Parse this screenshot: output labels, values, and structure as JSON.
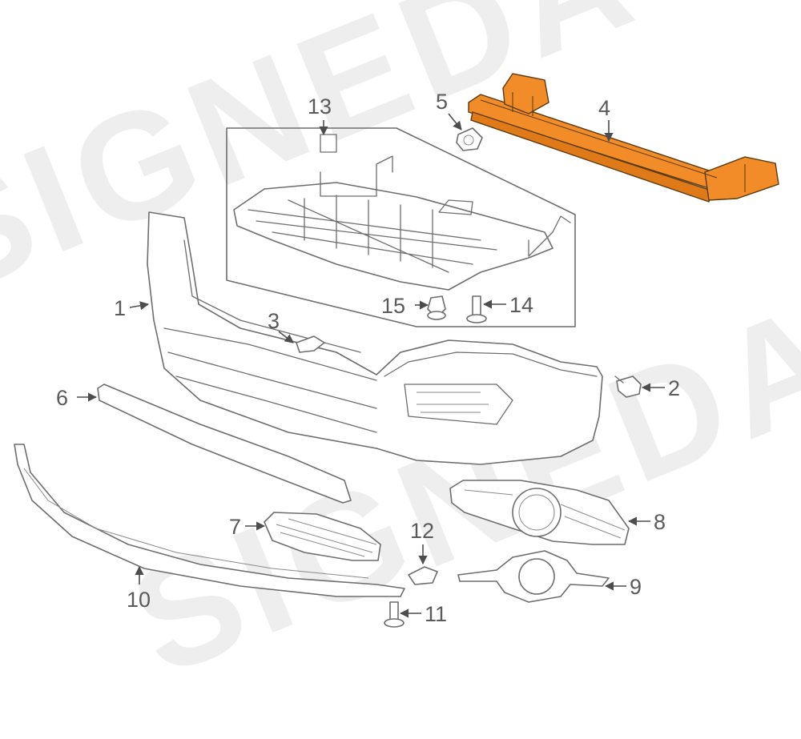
{
  "watermark": "SIGNEDA",
  "highlight_color": "#f28c28",
  "callouts": {
    "c1": "1",
    "c2": "2",
    "c3": "3",
    "c4": "4",
    "c5": "5",
    "c6": "6",
    "c7": "7",
    "c8": "8",
    "c9": "9",
    "c10": "10",
    "c11": "11",
    "c12": "12",
    "c13": "13",
    "c14": "14",
    "c15": "15"
  }
}
